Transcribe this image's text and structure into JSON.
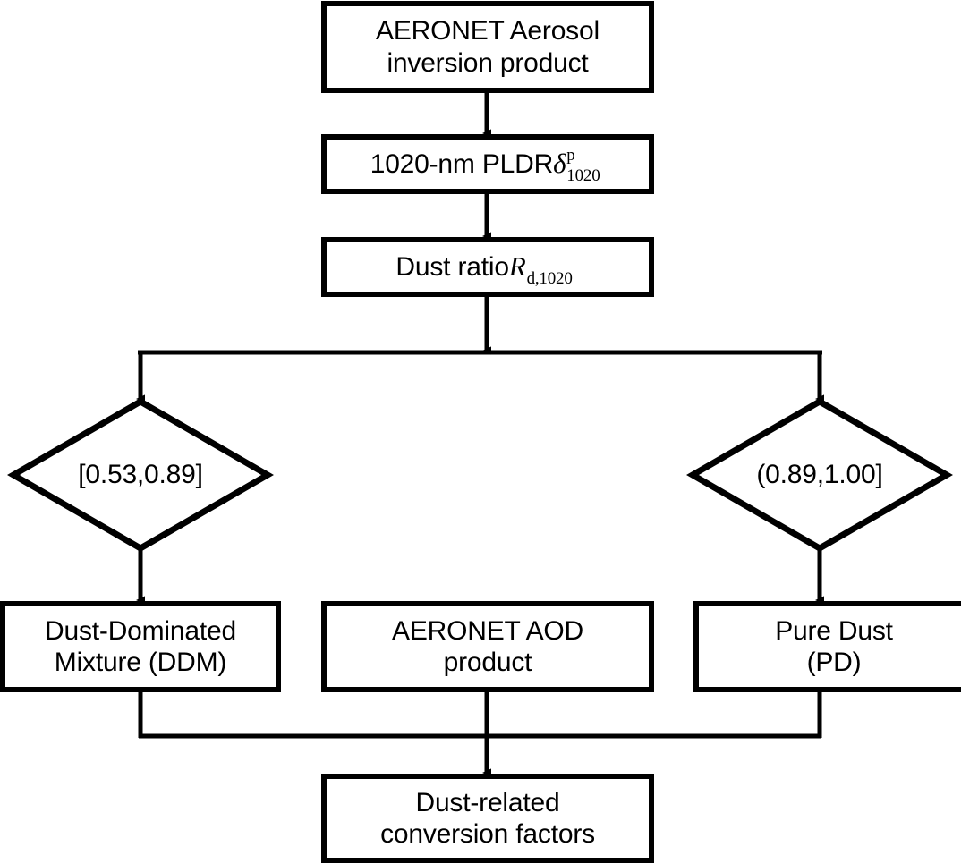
{
  "diagram": {
    "type": "flowchart",
    "title": "AERONET dust classification and conversion factor workflow",
    "background_color": "#ffffff",
    "line_color": "#000000",
    "text_color": "#000000",
    "nodes": [
      {
        "id": "aeronet-inversion",
        "shape": "rectangle",
        "text": "AERONET Aerosol\ninversion product",
        "lines": [
          "AERONET Aerosol",
          "inversion product"
        ]
      },
      {
        "id": "pldr",
        "shape": "rectangle",
        "text": "1020-nm PLDR δp1020",
        "prefix": "1020-nm PLDR ",
        "symbol": "δ",
        "superscript": "p",
        "subscript": "1020"
      },
      {
        "id": "dust-ratio",
        "shape": "rectangle",
        "text": "Dust ratio Rd,1020",
        "prefix": "Dust ratio ",
        "symbol": "R",
        "subscript": "d,1020"
      },
      {
        "id": "range-ddm",
        "shape": "diamond",
        "text": "[0.53,0.89]",
        "interval_low": 0.53,
        "interval_high": 0.89,
        "interval_notation": "[0.53,0.89]"
      },
      {
        "id": "range-pd",
        "shape": "diamond",
        "text": "(0.89,1.00]",
        "interval_low": 0.89,
        "interval_high": 1.0,
        "interval_notation": "(0.89,1.00]"
      },
      {
        "id": "ddm",
        "shape": "rectangle",
        "text": "Dust-Dominated\nMixture (DDM)",
        "lines": [
          "Dust-Dominated",
          "Mixture (DDM)"
        ]
      },
      {
        "id": "aeronet-aod",
        "shape": "rectangle",
        "text": "AERONET AOD\nproduct",
        "lines": [
          "AERONET AOD",
          "product"
        ]
      },
      {
        "id": "pure-dust",
        "shape": "rectangle",
        "text": "Pure Dust\n(PD)",
        "lines": [
          "Pure Dust",
          "(PD)"
        ]
      },
      {
        "id": "conversion-factors",
        "shape": "rectangle",
        "text": "Dust-related\nconversion factors",
        "lines": [
          "Dust-related",
          "conversion factors"
        ]
      }
    ],
    "edges": [
      {
        "from": "aeronet-inversion",
        "to": "pldr",
        "style": "arrow"
      },
      {
        "from": "pldr",
        "to": "dust-ratio",
        "style": "arrow"
      },
      {
        "from": "dust-ratio",
        "to": "range-ddm",
        "style": "split-arrow"
      },
      {
        "from": "dust-ratio",
        "to": "range-pd",
        "style": "split-arrow"
      },
      {
        "from": "range-ddm",
        "to": "ddm",
        "style": "arrow"
      },
      {
        "from": "range-pd",
        "to": "pure-dust",
        "style": "arrow"
      },
      {
        "from": "ddm",
        "to": "conversion-factors",
        "style": "merge-arrow"
      },
      {
        "from": "aeronet-aod",
        "to": "conversion-factors",
        "style": "merge-arrow"
      },
      {
        "from": "pure-dust",
        "to": "conversion-factors",
        "style": "merge-arrow"
      }
    ]
  }
}
